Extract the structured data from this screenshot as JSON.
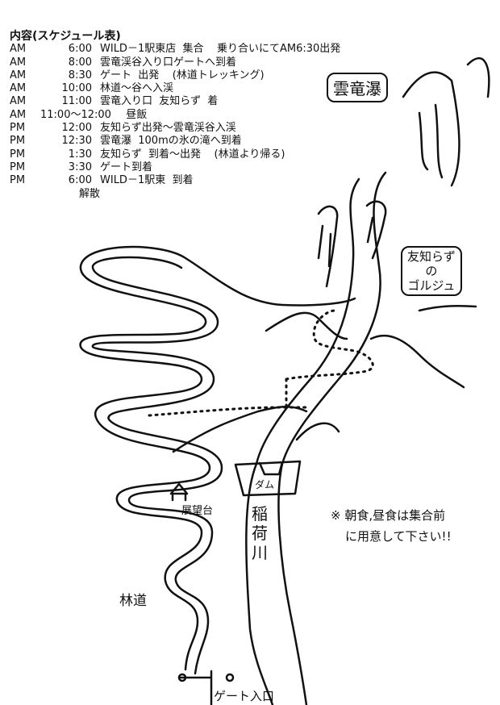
{
  "schedule": {
    "title": "内容(スケジュール表)",
    "rows": [
      {
        "ampm": "AM",
        "time": "6:00",
        "text": "WILD－1駅東店  集合    乗り合いにてAM6:30出発"
      },
      {
        "ampm": "AM",
        "time": "8:00",
        "text": "雲竜渓谷入り口ゲートへ到着"
      },
      {
        "ampm": "AM",
        "time": "8:30",
        "text": "ゲート  出発    (林道トレッキング)"
      },
      {
        "ampm": "AM",
        "time": "10:00",
        "text": "林道～谷へ入渓"
      },
      {
        "ampm": "AM",
        "time": "11:00",
        "text": "雲竜入り口  友知らず  着"
      },
      {
        "ampm": "AM",
        "time": "11:00～12:00",
        "text": "  昼飯"
      },
      {
        "ampm": "PM",
        "time": "12:00",
        "text": "友知らず出発～雲竜渓谷入渓"
      },
      {
        "ampm": "PM",
        "time": "12:30",
        "text": "雲竜瀑  100mの氷の滝へ到着"
      },
      {
        "ampm": "PM",
        "time": "1:30",
        "text": "友知らず  到着～出発    (林道より帰る)"
      },
      {
        "ampm": "PM",
        "time": "3:30",
        "text": "ゲート到着"
      },
      {
        "ampm": "PM",
        "time": "6:00",
        "text": "WILD－1駅東  到着"
      }
    ],
    "dismiss": "解散"
  },
  "map": {
    "waterfall_label": "雲竜瀑",
    "gorge_label_1": "友知らず",
    "gorge_label_2": "の",
    "gorge_label_3": "ゴルジュ",
    "dam_label": "ダム",
    "river_label": "稲荷川",
    "viewpoint_label": "展望台",
    "forest_road_label": "林道",
    "gate_label": "ゲート入口",
    "note_line1": "※ 朝食,昼食は集合前",
    "note_line2": "に用意して下さい!!"
  }
}
